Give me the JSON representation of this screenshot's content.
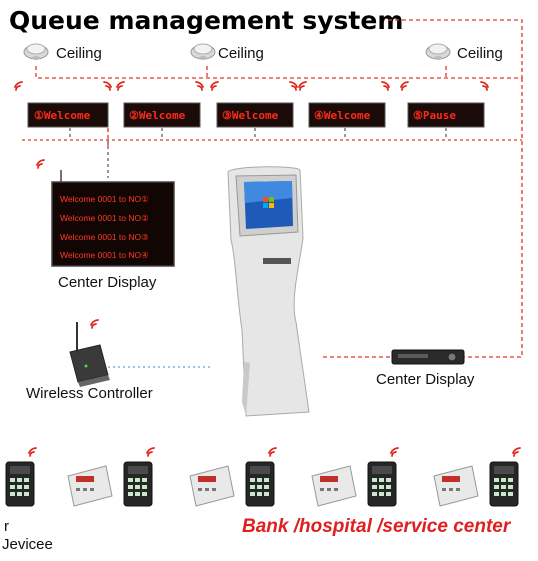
{
  "title": "Queue management system",
  "ceiling_label": "Ceiling",
  "led_labels": [
    "①Welcome",
    "②Welcome",
    "③Welcome",
    "④Welcome",
    "⑤Pause"
  ],
  "center_display_lines": [
    "Welcome 0001 to NO①",
    "Welcome 0001 to NO②",
    "Welcome 0001 to NO③",
    "Welcome 0001 to NO④"
  ],
  "center_display_label": "Center Display",
  "wireless_controller_label": "Wireless Controller",
  "amplifier_label": "Center Display",
  "footer_text": "Bank /hospital /service center",
  "device_label_partial": [
    "r",
    "Jevicee"
  ],
  "colors": {
    "led_text": "#ff2a1a",
    "dashed_line": "#e03a2a",
    "footer": "#e02020"
  }
}
